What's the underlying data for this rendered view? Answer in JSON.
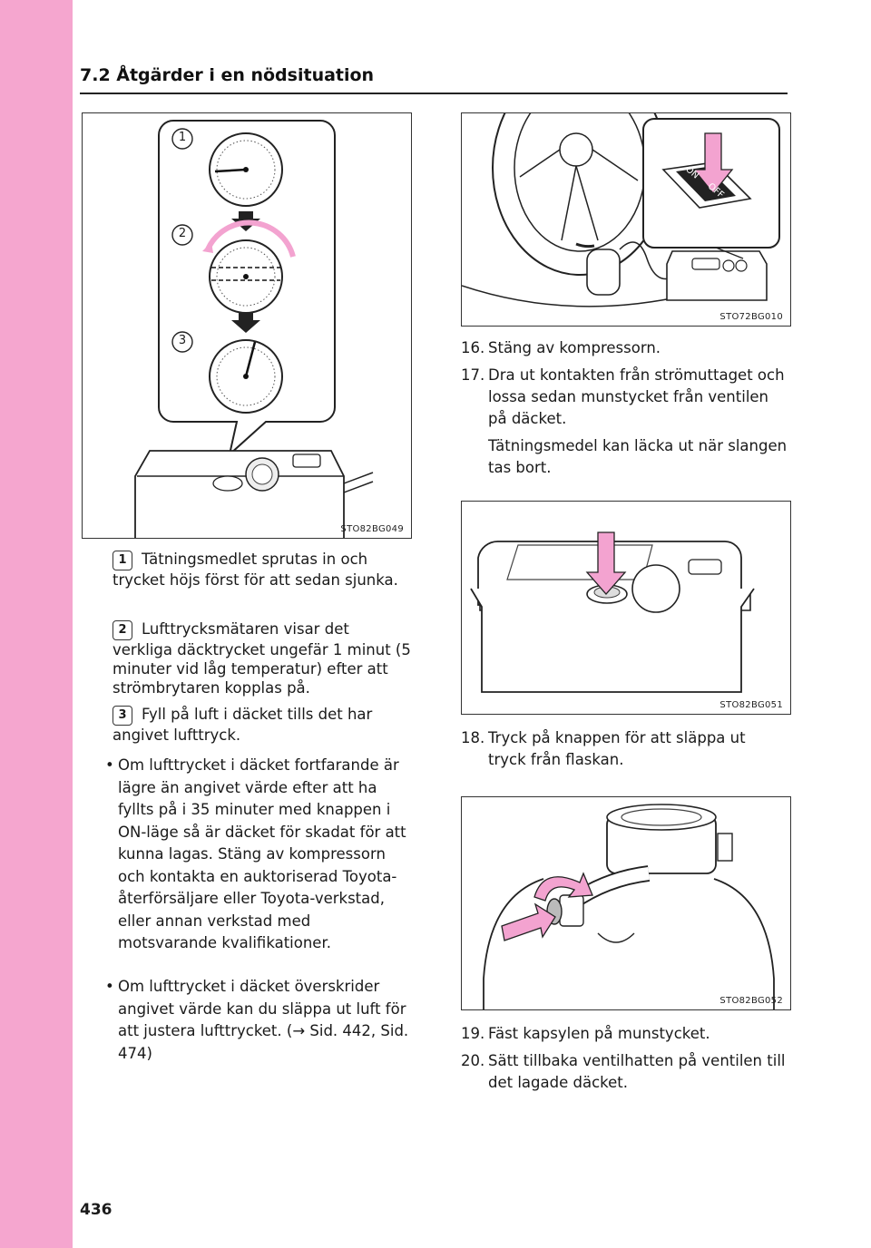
{
  "header": {
    "title": "7.2  Åtgärder i en nödsituation"
  },
  "figures": {
    "fig1": {
      "code": "STO82BG049",
      "labels": [
        "1",
        "2",
        "3"
      ]
    },
    "fig2": {
      "code": "STO72BG010",
      "switch_on": "ON",
      "switch_off": "OFF"
    },
    "fig3": {
      "code": "STO82BG051"
    },
    "fig4": {
      "code": "STO82BG052"
    }
  },
  "callouts": [
    {
      "badge": "1",
      "text": "Tätningsmedlet sprutas in och trycket höjs först för att sedan sjunka."
    },
    {
      "badge": "2",
      "text": "Lufttrycksmätaren visar det verkliga däcktrycket ungefär 1 minut (5 minuter vid låg temperatur) efter att strömbrytaren kopplas på."
    },
    {
      "badge": "3",
      "text": "Fyll på luft i däcket tills det har angivet lufttryck."
    }
  ],
  "bullets": [
    {
      "symbol": "•",
      "text": "Om lufttrycket i däcket fortfarande är lägre än angivet värde efter att ha fyllts på i 35 minuter med knappen i ON-läge så är däcket för skadat för att kunna lagas. Stäng av kompressorn och kontakta en auktoriserad Toyota-återförsäljare eller Toyota-verkstad, eller annan verkstad med motsvarande kvalifikationer."
    },
    {
      "symbol": "•",
      "text": "Om lufttrycket i däcket överskrider angivet värde kan du släppa ut luft för att justera lufttrycket. (→ Sid. 442, Sid. 474)"
    }
  ],
  "steps": [
    {
      "num": "16.",
      "text": "Stäng av kompressorn.",
      "note": ""
    },
    {
      "num": "17.",
      "text": "Dra ut kontakten från strömuttaget och lossa sedan munstycket från ventilen på däcket.",
      "note": "Tätningsmedel kan läcka ut när slangen tas bort."
    },
    {
      "num": "18.",
      "text": "Tryck på knappen för att släppa ut tryck från flaskan.",
      "note": ""
    },
    {
      "num": "19.",
      "text": "Fäst kapsylen på munstycket.",
      "note": ""
    },
    {
      "num": "20.",
      "text": "Sätt tillbaka ventilhatten på ventilen till det lagade däcket.",
      "note": ""
    }
  ],
  "page_number": "436",
  "colors": {
    "side_band": "#f5a6cf",
    "arrow_pink": "#f3a3d0"
  }
}
